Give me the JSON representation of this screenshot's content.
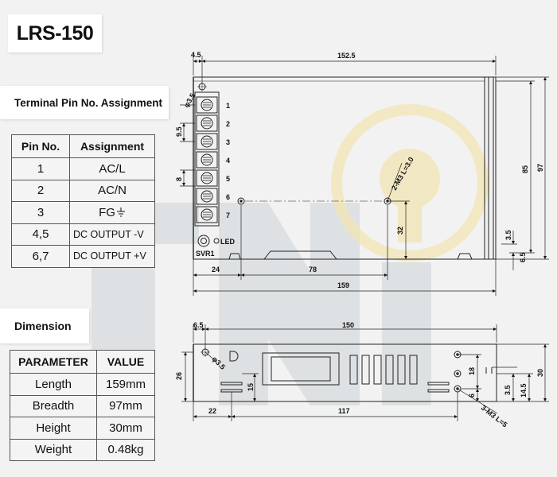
{
  "title": "LRS-150",
  "terminal_section": {
    "heading": "Terminal Pin No. Assignment",
    "columns": [
      "Pin No.",
      "Assignment"
    ],
    "rows": [
      {
        "pin": "1",
        "assignment": "AC/L"
      },
      {
        "pin": "2",
        "assignment": "AC/N"
      },
      {
        "pin": "3",
        "assignment": "FG"
      },
      {
        "pin": "4,5",
        "assignment": "DC OUTPUT -V"
      },
      {
        "pin": "6,7",
        "assignment": "DC OUTPUT +V"
      }
    ],
    "ground_icon": "ground-symbol-icon"
  },
  "dimension_section": {
    "heading": "Dimension",
    "columns": [
      "PARAMETER",
      "VALUE"
    ],
    "rows": [
      {
        "parameter": "Length",
        "value": "159mm"
      },
      {
        "parameter": "Breadth",
        "value": "97mm"
      },
      {
        "parameter": "Height",
        "value": "30mm"
      },
      {
        "parameter": "Weight",
        "value": "0.48kg"
      }
    ]
  },
  "top_view": {
    "dims": {
      "d_4_5": "4.5",
      "d_152_5": "152.5",
      "d_3_5_hole": "φ3.5",
      "d_9_5": "9.5",
      "d_8": "8",
      "d_m3": "2-M3 L=3.0",
      "d_85": "85",
      "d_97": "97",
      "d_32": "32",
      "d_3_5": "3.5",
      "d_6_5": "6.5",
      "d_24": "24",
      "d_78": "78",
      "d_159": "159"
    },
    "pin_labels": [
      "1",
      "2",
      "3",
      "4",
      "5",
      "6",
      "7"
    ],
    "led_label": "LED",
    "svr_label": "SVR1"
  },
  "side_view": {
    "dims": {
      "d_6_5": "6.5",
      "d_150": "150",
      "d_26": "26",
      "d_hole": "φ3.5",
      "d_15": "15",
      "d_18": "18",
      "d_6": "6",
      "d_3_5": "3.5",
      "d_14_5": "14.5",
      "d_30": "30",
      "d_22": "22",
      "d_117": "117",
      "d_m3": "3-M3 L=5"
    }
  },
  "colors": {
    "watermark": "#d0d4d8",
    "watermark_bulb": "#f3e7b8",
    "line": "#222222"
  }
}
